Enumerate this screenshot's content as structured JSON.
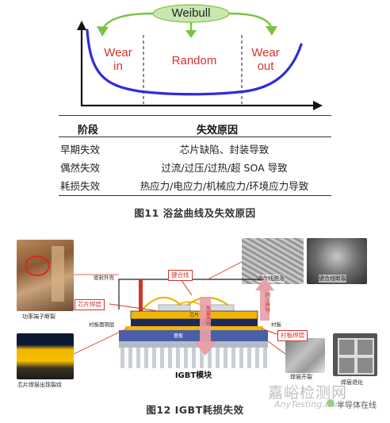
{
  "fig11": {
    "weibull_label": "Weibull",
    "regions": [
      {
        "label": "Wear\nin"
      },
      {
        "label": "Random"
      },
      {
        "label": "Wear\nout"
      }
    ],
    "colors": {
      "curve": "#2e2ed6",
      "label": "#d0342c",
      "arrow": "#7cc242",
      "bubble": "#c9e7b1"
    },
    "table": {
      "headers": [
        "阶段",
        "失效原因"
      ],
      "rows": [
        {
          "stage": "早期失效",
          "cause": "芯片缺陷、封装导致"
        },
        {
          "stage": "偶然失效",
          "cause": "过流/过压/过热/超 SOA 导致"
        },
        {
          "stage": "耗损失效",
          "cause": "热应力/电应力/机械应力/环境应力导致"
        }
      ]
    },
    "caption": "图11   浴盆曲线及失效原因"
  },
  "fig12": {
    "photos": {
      "terminal": "功率端子断裂",
      "chip_solder": "芯片焊层出现裂纹",
      "bond_lift": "键合线脱落",
      "bond_break": "键合线断裂",
      "solder_crack": "焊层开裂",
      "solder_degrade": "焊层退化"
    },
    "callouts": {
      "bond_wire": "键合线",
      "chip_solder": "芯片焊层",
      "substrate_solder": "衬板焊层"
    },
    "layers": {
      "top_left": "密封外壳",
      "substrate": "衬板",
      "substrate_metal": "衬板面铜层",
      "chip": "芯片",
      "baseplate": "基板"
    },
    "arrows": {
      "up": "向上传导",
      "down": "热量传导"
    },
    "module_title": "IGBT模块",
    "caption": "图12   IGBT耗损失效"
  },
  "watermark": {
    "brand": "嘉峪检测网",
    "url": "AnyTesting.com",
    "wechat": "半导体在线"
  }
}
